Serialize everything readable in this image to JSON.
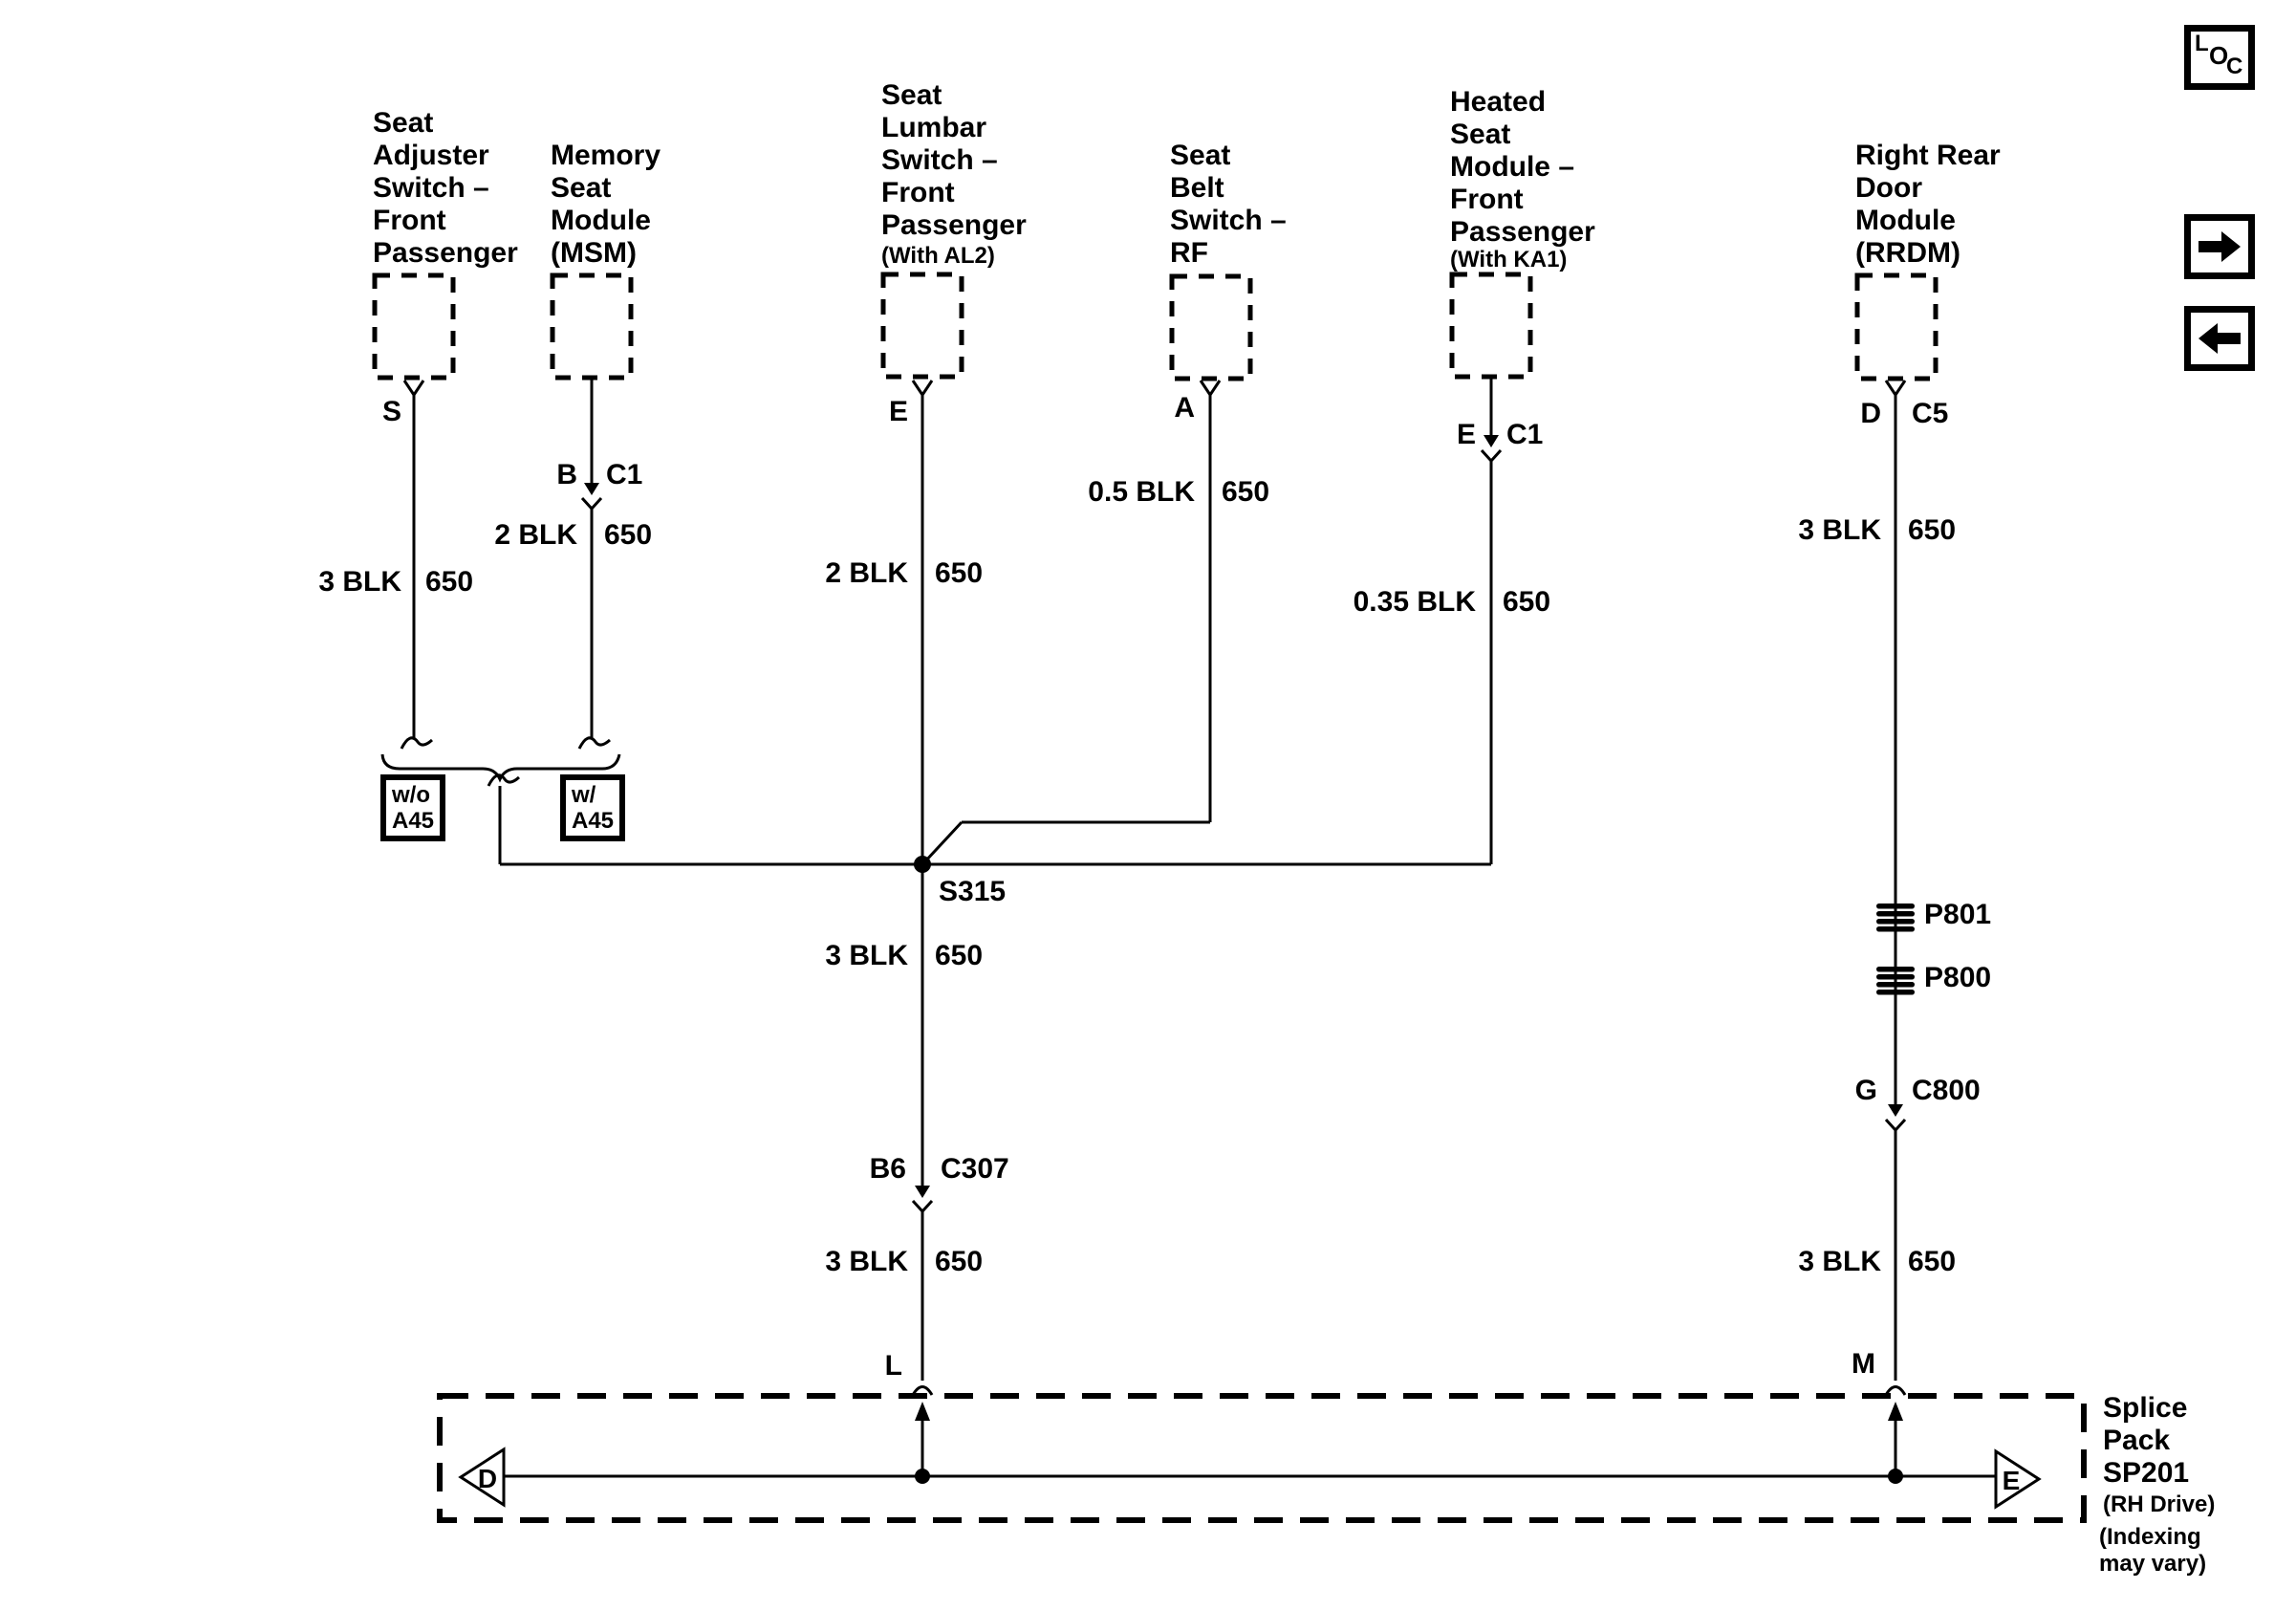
{
  "colors": {
    "line": "#000000",
    "background": "#ffffff"
  },
  "components": {
    "seat_adjuster": {
      "lines": [
        "Seat",
        "Adjuster",
        "Switch –",
        "Front",
        "Passenger"
      ],
      "pin": "S"
    },
    "memory_seat_module": {
      "lines": [
        "Memory",
        "Seat",
        "Module",
        "(MSM)"
      ],
      "pin": "B",
      "connector": "C1"
    },
    "seat_lumbar_switch": {
      "lines": [
        "Seat",
        "Lumbar",
        "Switch –",
        "Front",
        "Passenger"
      ],
      "variant": "(With AL2)",
      "pin": "E"
    },
    "seat_belt_switch": {
      "lines": [
        "Seat",
        "Belt",
        "Switch –",
        "RF"
      ],
      "pin": "A"
    },
    "heated_seat_module": {
      "lines": [
        "Heated",
        "Seat",
        "Module –",
        "Front",
        "Passenger"
      ],
      "variant": "(With KA1)",
      "pin": "E",
      "connector": "C1"
    },
    "right_rear_door_module": {
      "lines": [
        "Right Rear",
        "Door",
        "Module",
        "(RRDM)"
      ],
      "pin": "D",
      "connector": "C5"
    }
  },
  "wires": {
    "adjuster": {
      "gauge": "3 BLK",
      "circuit": "650"
    },
    "msm": {
      "gauge": "2 BLK",
      "circuit": "650"
    },
    "lumbar": {
      "gauge": "2 BLK",
      "circuit": "650"
    },
    "belt": {
      "gauge": "0.5 BLK",
      "circuit": "650"
    },
    "heated": {
      "gauge": "0.35 BLK",
      "circuit": "650"
    },
    "rrdm_upper": {
      "gauge": "3 BLK",
      "circuit": "650"
    },
    "splice_down": {
      "gauge": "3 BLK",
      "circuit": "650"
    },
    "c307_down": {
      "gauge": "3 BLK",
      "circuit": "650"
    },
    "rrdm_lower": {
      "gauge": "3 BLK",
      "circuit": "650"
    }
  },
  "connectors": {
    "splice": "S315",
    "c307": {
      "pin": "B6",
      "name": "C307"
    },
    "c800": {
      "pin": "G",
      "name": "C800"
    },
    "p801": "P801",
    "p800": "P800",
    "pin_l": "L",
    "pin_m": "M",
    "triangle_d": "D",
    "triangle_e": "E"
  },
  "options": {
    "without": {
      "line1": "w/o",
      "line2": "A45"
    },
    "with": {
      "line1": "w/",
      "line2": "A45"
    }
  },
  "splice_pack": {
    "line1": "Splice",
    "line2": "Pack",
    "line3": "SP201",
    "sub": "(RH Drive)",
    "note1": "(Indexing",
    "note2": "may vary)"
  },
  "icons": {
    "loc": {
      "l": "L",
      "o": "O",
      "c": "C"
    }
  }
}
